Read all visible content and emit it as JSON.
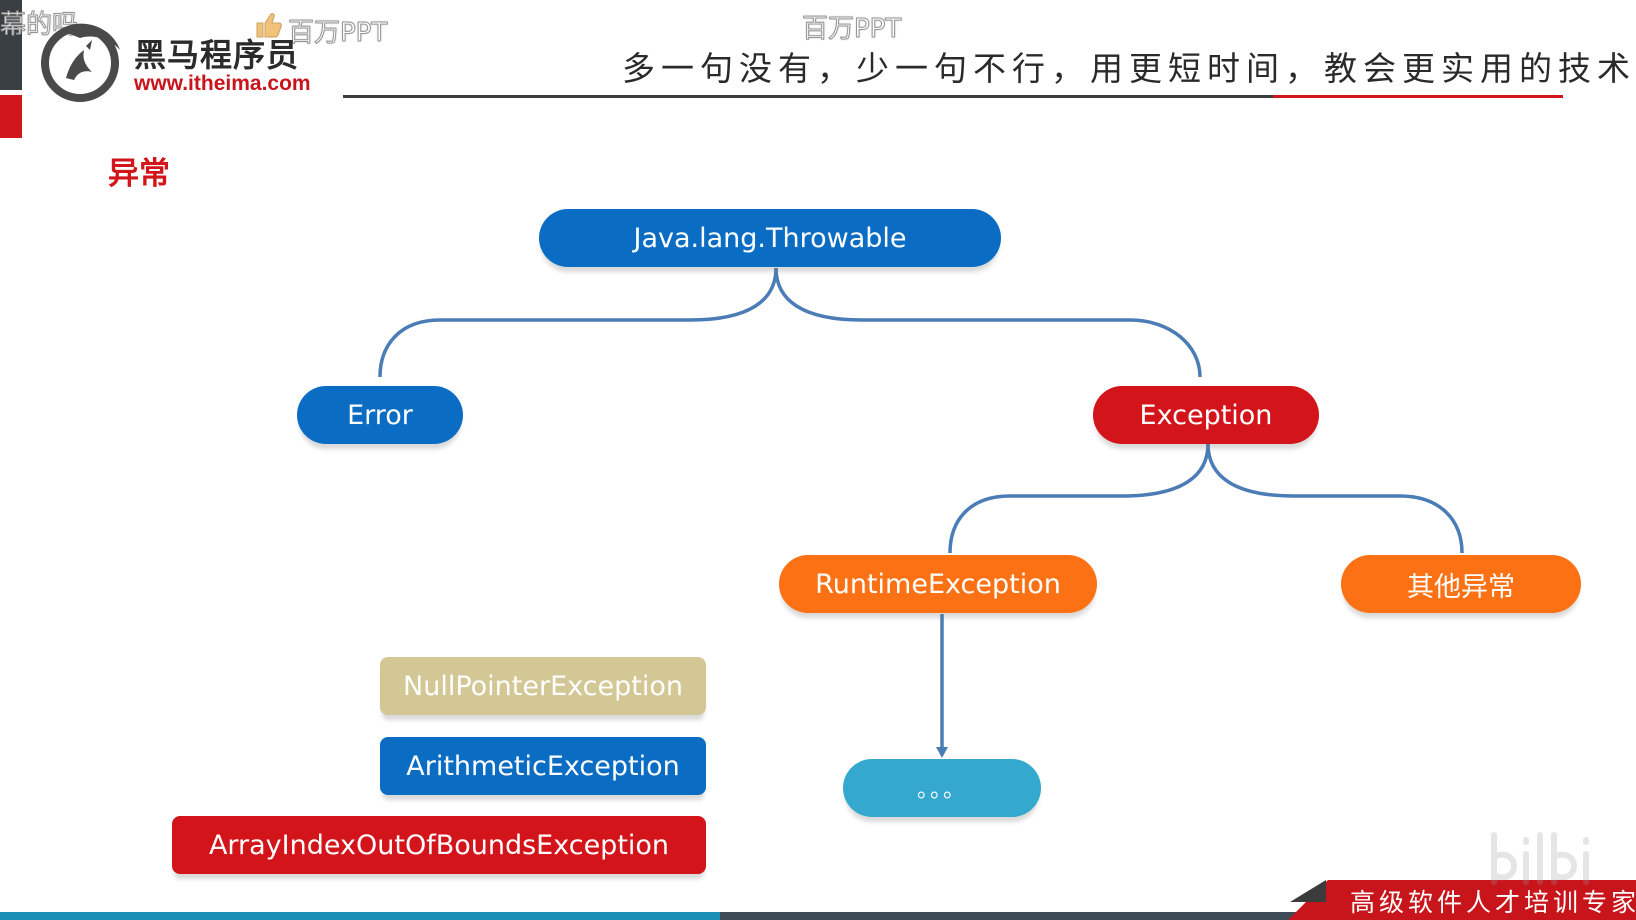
{
  "overlay": {
    "top_left_text": "幕的吗",
    "ppt_badge_1": "百万PPT",
    "ppt_badge_2": "百万PPT"
  },
  "header": {
    "logo_title": "黑马程序员",
    "logo_url": "www.itheima.com",
    "slogan": "多一句没有，少一句不行，用更短时间，教会更实用的技术！"
  },
  "slide": {
    "section_title": "异常"
  },
  "diagram": {
    "root": "Java.lang.Throwable",
    "error": "Error",
    "exception": "Exception",
    "runtime_exception": "RuntimeException",
    "other_exceptions": "其他异常",
    "ellipsis": "。。。",
    "examples": [
      "NullPointerException",
      "ArithmeticException",
      "ArrayIndexOutOfBoundsException"
    ]
  },
  "footer": {
    "slogan": "高级软件人才培训专家"
  },
  "colors": {
    "brand_red": "#d0161b",
    "node_blue": "#0b6cc4",
    "node_red": "#d3141a",
    "node_orange": "#fb7113",
    "node_khaki": "#d2c795",
    "node_teal": "#34a8cf",
    "connector": "#4a7cb5"
  }
}
